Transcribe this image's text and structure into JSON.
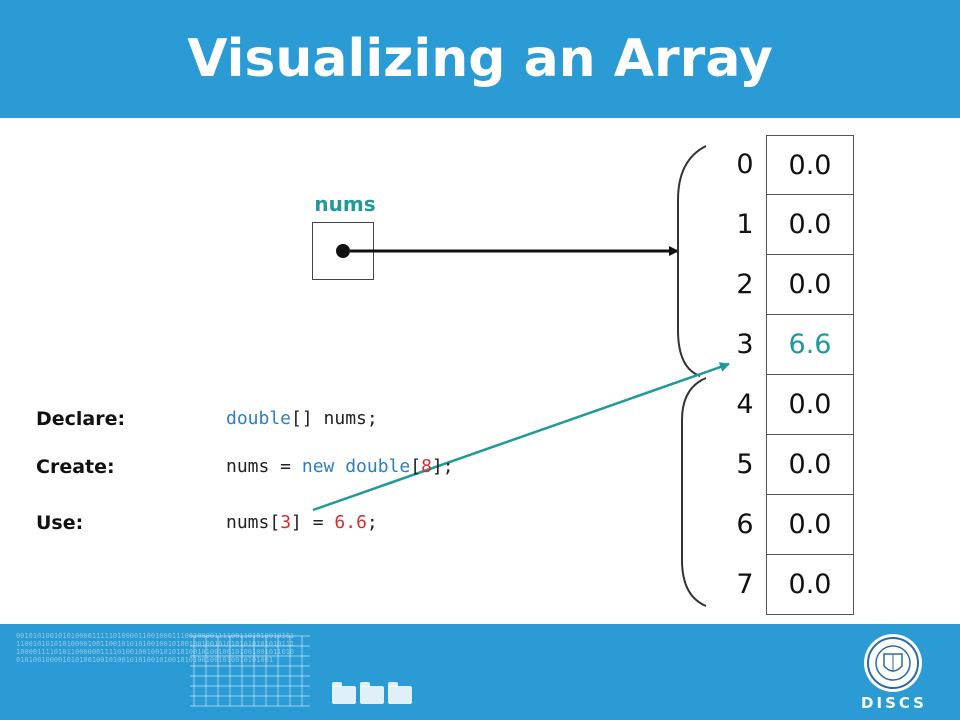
{
  "slide": {
    "title": "Visualizing an Array",
    "variable_name": "nums"
  },
  "array": {
    "cells": [
      {
        "index": "0",
        "value": "0.0"
      },
      {
        "index": "1",
        "value": "0.0"
      },
      {
        "index": "2",
        "value": "0.0"
      },
      {
        "index": "3",
        "value": "6.6"
      },
      {
        "index": "4",
        "value": "0.0"
      },
      {
        "index": "5",
        "value": "0.0"
      },
      {
        "index": "6",
        "value": "0.0"
      },
      {
        "index": "7",
        "value": "0.0"
      }
    ],
    "highlighted_index": 3
  },
  "code": {
    "declare": {
      "label": "Declare:",
      "parts": [
        {
          "text": "double",
          "kind": "kw"
        },
        {
          "text": "[] nums;",
          "kind": "plain"
        }
      ]
    },
    "create": {
      "label": "Create:",
      "parts": [
        {
          "text": "nums = ",
          "kind": "plain"
        },
        {
          "text": "new double",
          "kind": "kw"
        },
        {
          "text": "[",
          "kind": "plain"
        },
        {
          "text": "8",
          "kind": "num"
        },
        {
          "text": "];",
          "kind": "plain"
        }
      ]
    },
    "use": {
      "label": "Use:",
      "parts": [
        {
          "text": "nums[",
          "kind": "plain"
        },
        {
          "text": "3",
          "kind": "num"
        },
        {
          "text": "] = ",
          "kind": "plain"
        },
        {
          "text": "6.6",
          "kind": "num"
        },
        {
          "text": ";",
          "kind": "plain"
        }
      ]
    }
  },
  "footer": {
    "brand": "DISCS",
    "binary_text": "0010101001010100001111101000011001000111001000011110011010100101011100101010101000010011001010101001001010010010010101010101010101111000011110101100000011110100100100101010100101001001010010010110100101001000010101001001010010101001010010101001001010010101001",
    "icons": [
      "binary-pattern-icon",
      "grid-chart-icon",
      "folder-icon",
      "seal-logo-icon"
    ]
  },
  "colors": {
    "banner": "#2a9bd4",
    "accent_teal": "#1e9a9a",
    "keyword_blue": "#2e7fbf",
    "number_red": "#d03030"
  }
}
